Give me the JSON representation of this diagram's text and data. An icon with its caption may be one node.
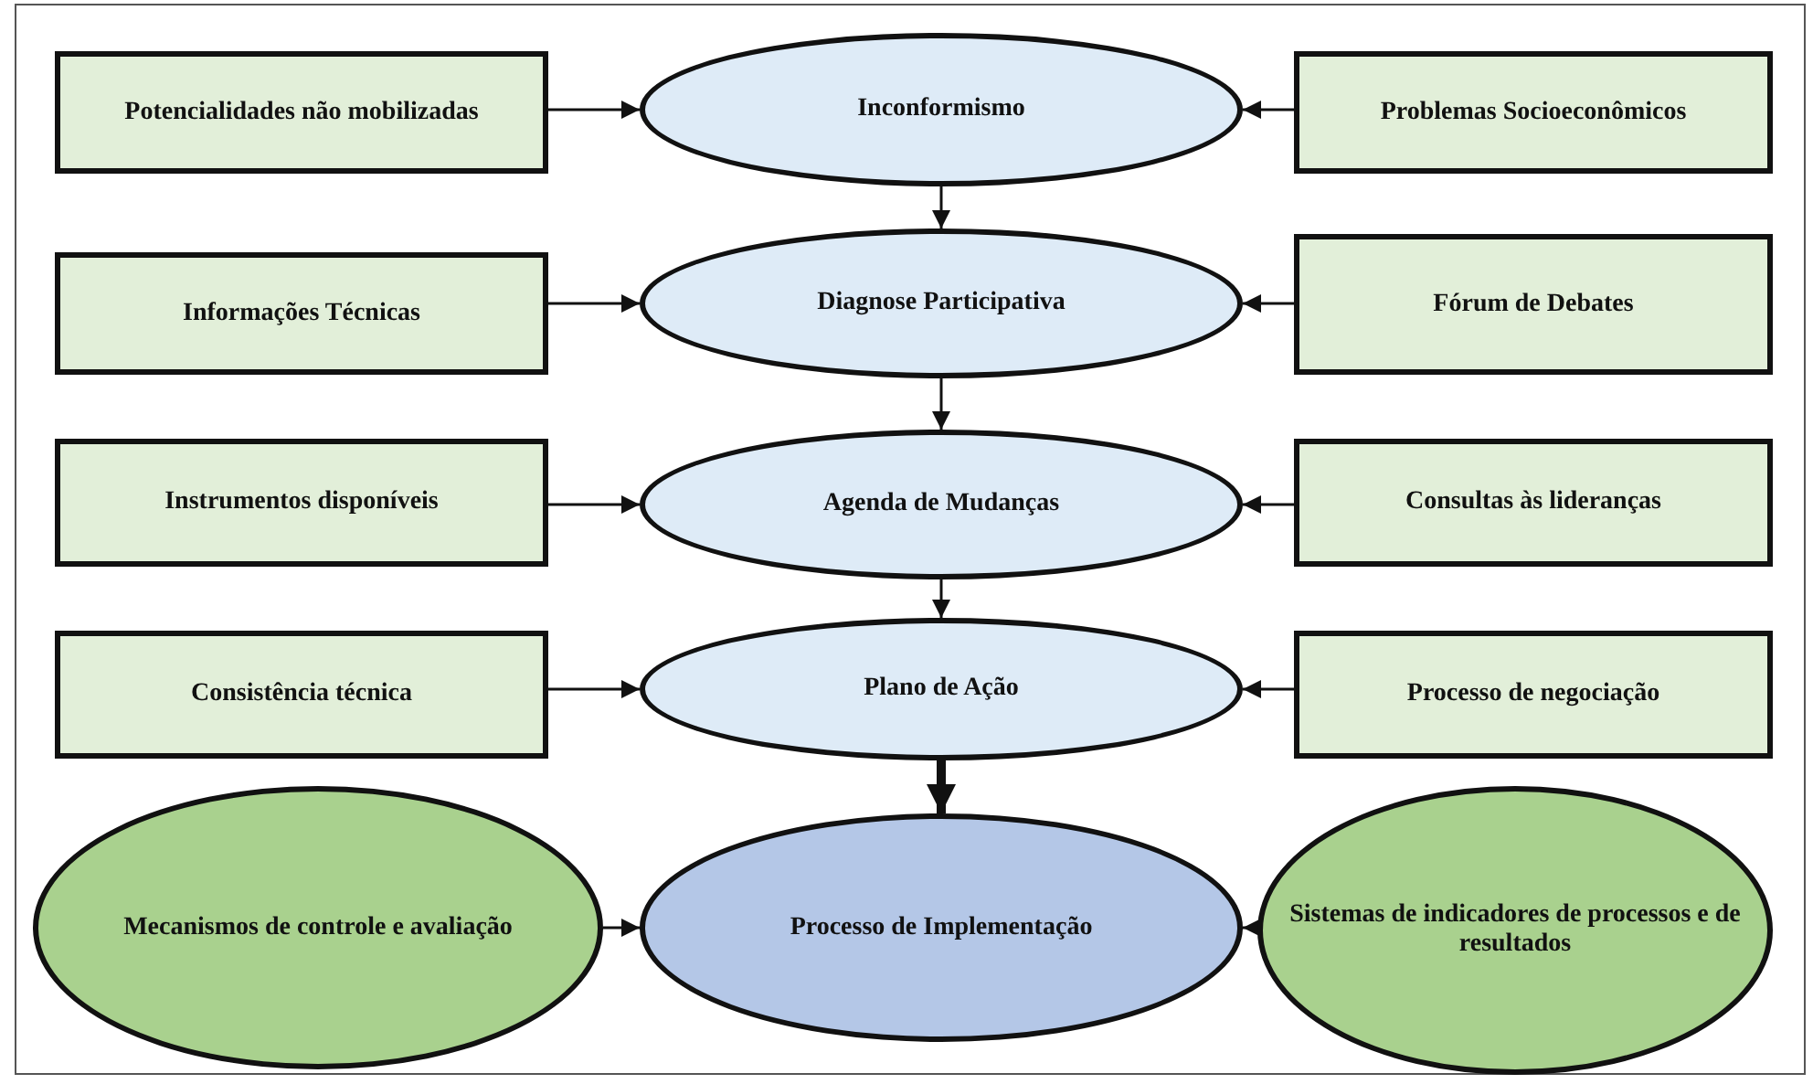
{
  "diagram": {
    "nodes": [
      {
        "text": [
          "Potencialidades não mobilizadas"
        ]
      },
      {
        "text": [
          "Inconformismo"
        ]
      },
      {
        "text": [
          "Problemas Socioeconômicos"
        ]
      },
      {
        "text": [
          "Informações Técnicas"
        ]
      },
      {
        "text": [
          "Diagnose Participativa"
        ]
      },
      {
        "text": [
          "Fórum de Debates"
        ]
      },
      {
        "text": [
          "Instrumentos disponíveis"
        ]
      },
      {
        "text": [
          "Agenda de Mudanças"
        ]
      },
      {
        "text": [
          "Consultas às lideranças"
        ]
      },
      {
        "text": [
          "Consistência técnica"
        ]
      },
      {
        "text": [
          "Plano de Ação"
        ]
      },
      {
        "text": [
          "Processo de negociação"
        ]
      },
      {
        "text": [
          "Mecanismos de controle e avaliação"
        ]
      },
      {
        "text": [
          "Processo de Implementação"
        ]
      },
      {
        "text": [
          "Sistemas de indicadores de processos e de resultados"
        ]
      }
    ],
    "edges": [
      {
        "from": 0,
        "to": 1,
        "arrow": "to"
      },
      {
        "from": 2,
        "to": 1,
        "arrow": "to"
      },
      {
        "from": 1,
        "to": 4,
        "arrow": "to"
      },
      {
        "from": 3,
        "to": 4,
        "arrow": "to"
      },
      {
        "from": 5,
        "to": 4,
        "arrow": "to"
      },
      {
        "from": 4,
        "to": 7,
        "arrow": "to"
      },
      {
        "from": 6,
        "to": 7,
        "arrow": "to"
      },
      {
        "from": 8,
        "to": 7,
        "arrow": "to"
      },
      {
        "from": 7,
        "to": 10,
        "arrow": "to"
      },
      {
        "from": 9,
        "to": 10,
        "arrow": "to"
      },
      {
        "from": 11,
        "to": 10,
        "arrow": "to"
      },
      {
        "from": 10,
        "to": 13,
        "arrow": "to",
        "style": "thick"
      },
      {
        "from": 12,
        "to": 13,
        "arrow": "to"
      },
      {
        "from": 14,
        "to": 13,
        "arrow": "to"
      }
    ]
  }
}
